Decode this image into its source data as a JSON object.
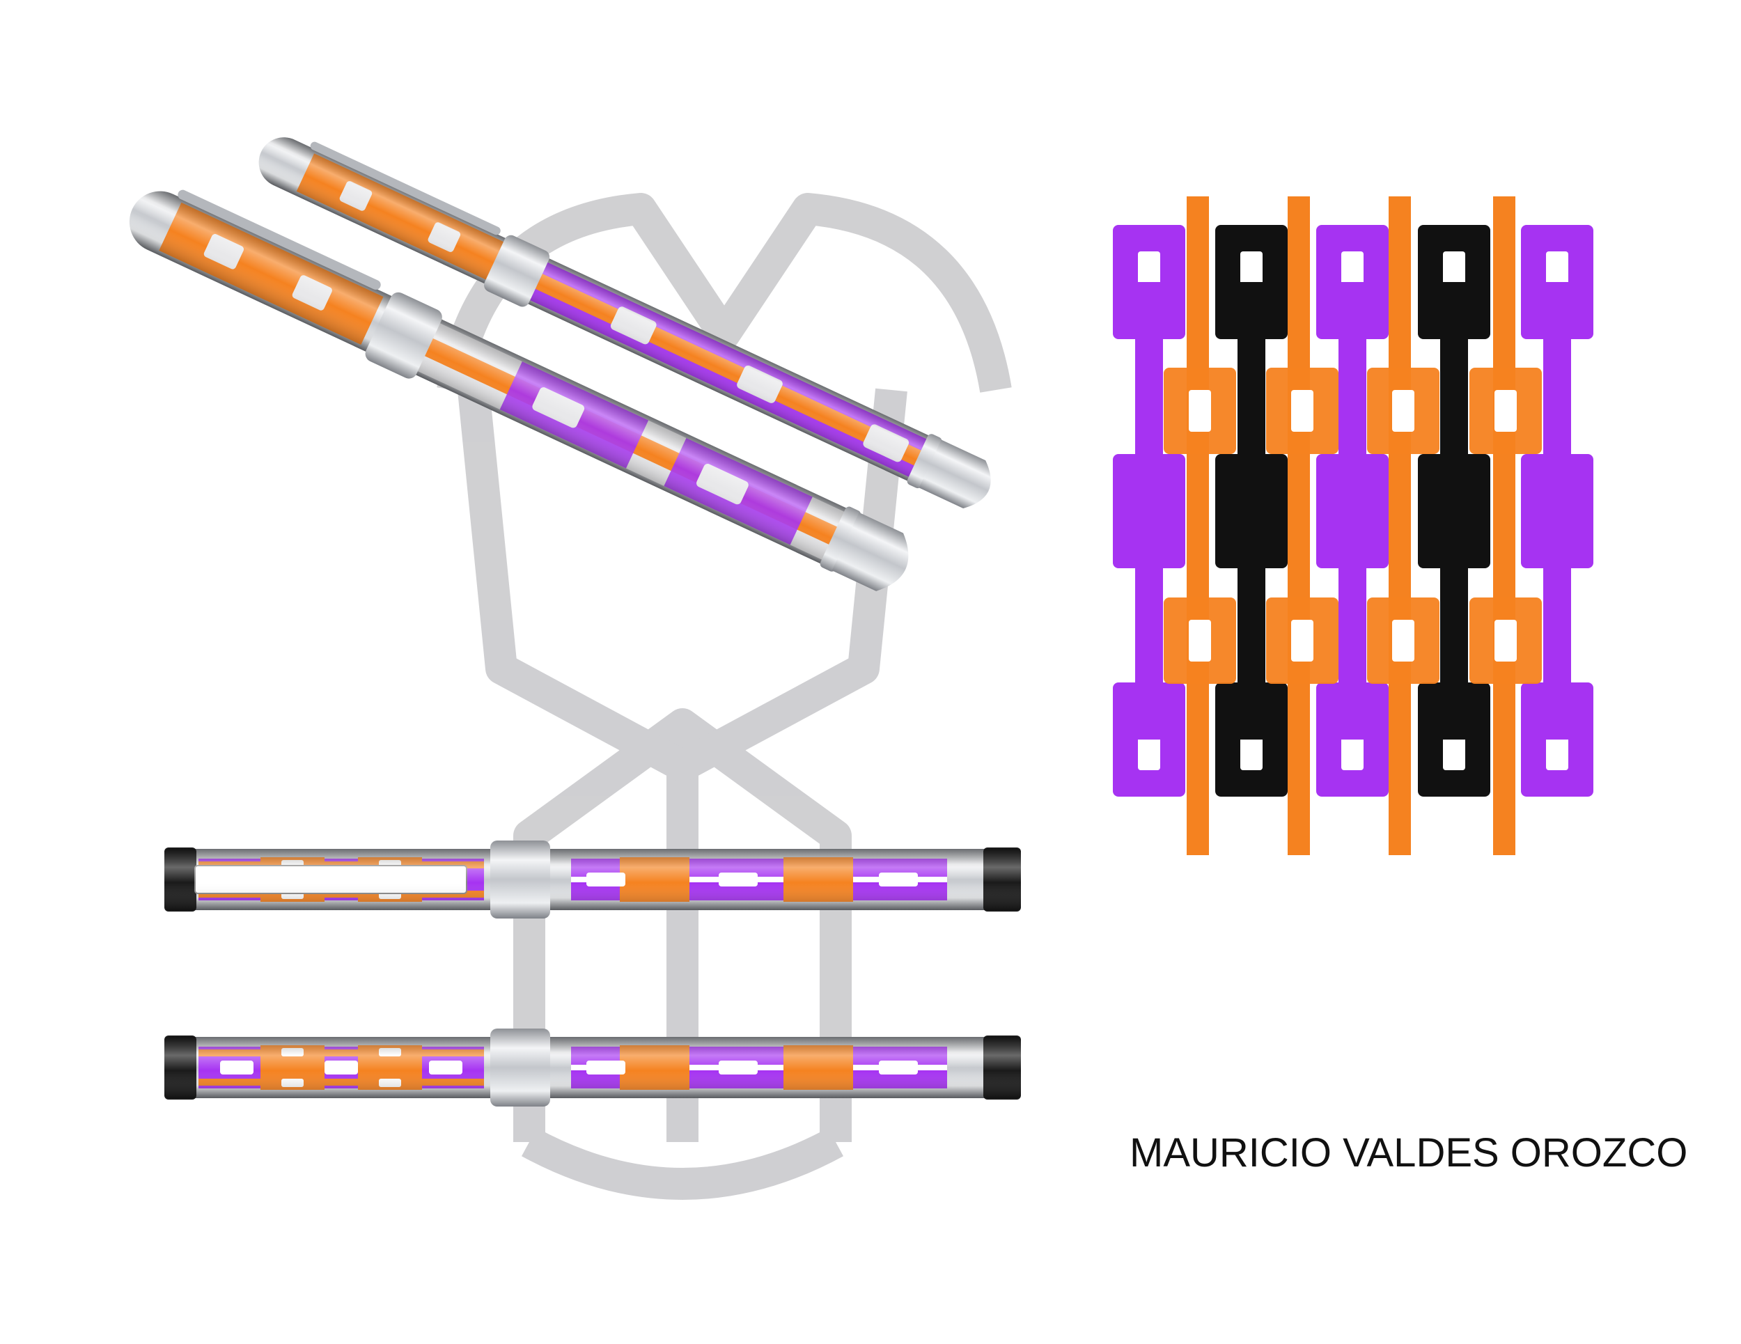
{
  "author": {
    "name": "MAURICIO VALDES OROZCO"
  },
  "colors": {
    "purple": "#a633f2",
    "orange": "#f58220",
    "black": "#111111",
    "silver": "#c9cbcf",
    "watermark": "#cdcdd0",
    "white": "#ffffff"
  },
  "graphics": {
    "watermark": "monogram-watermark",
    "pattern": "interlocking-chain-pattern",
    "pens": [
      "rollerball-pen-perspective",
      "fountain-pen-perspective",
      "pen-side-view-top",
      "pen-side-view-bottom"
    ]
  }
}
